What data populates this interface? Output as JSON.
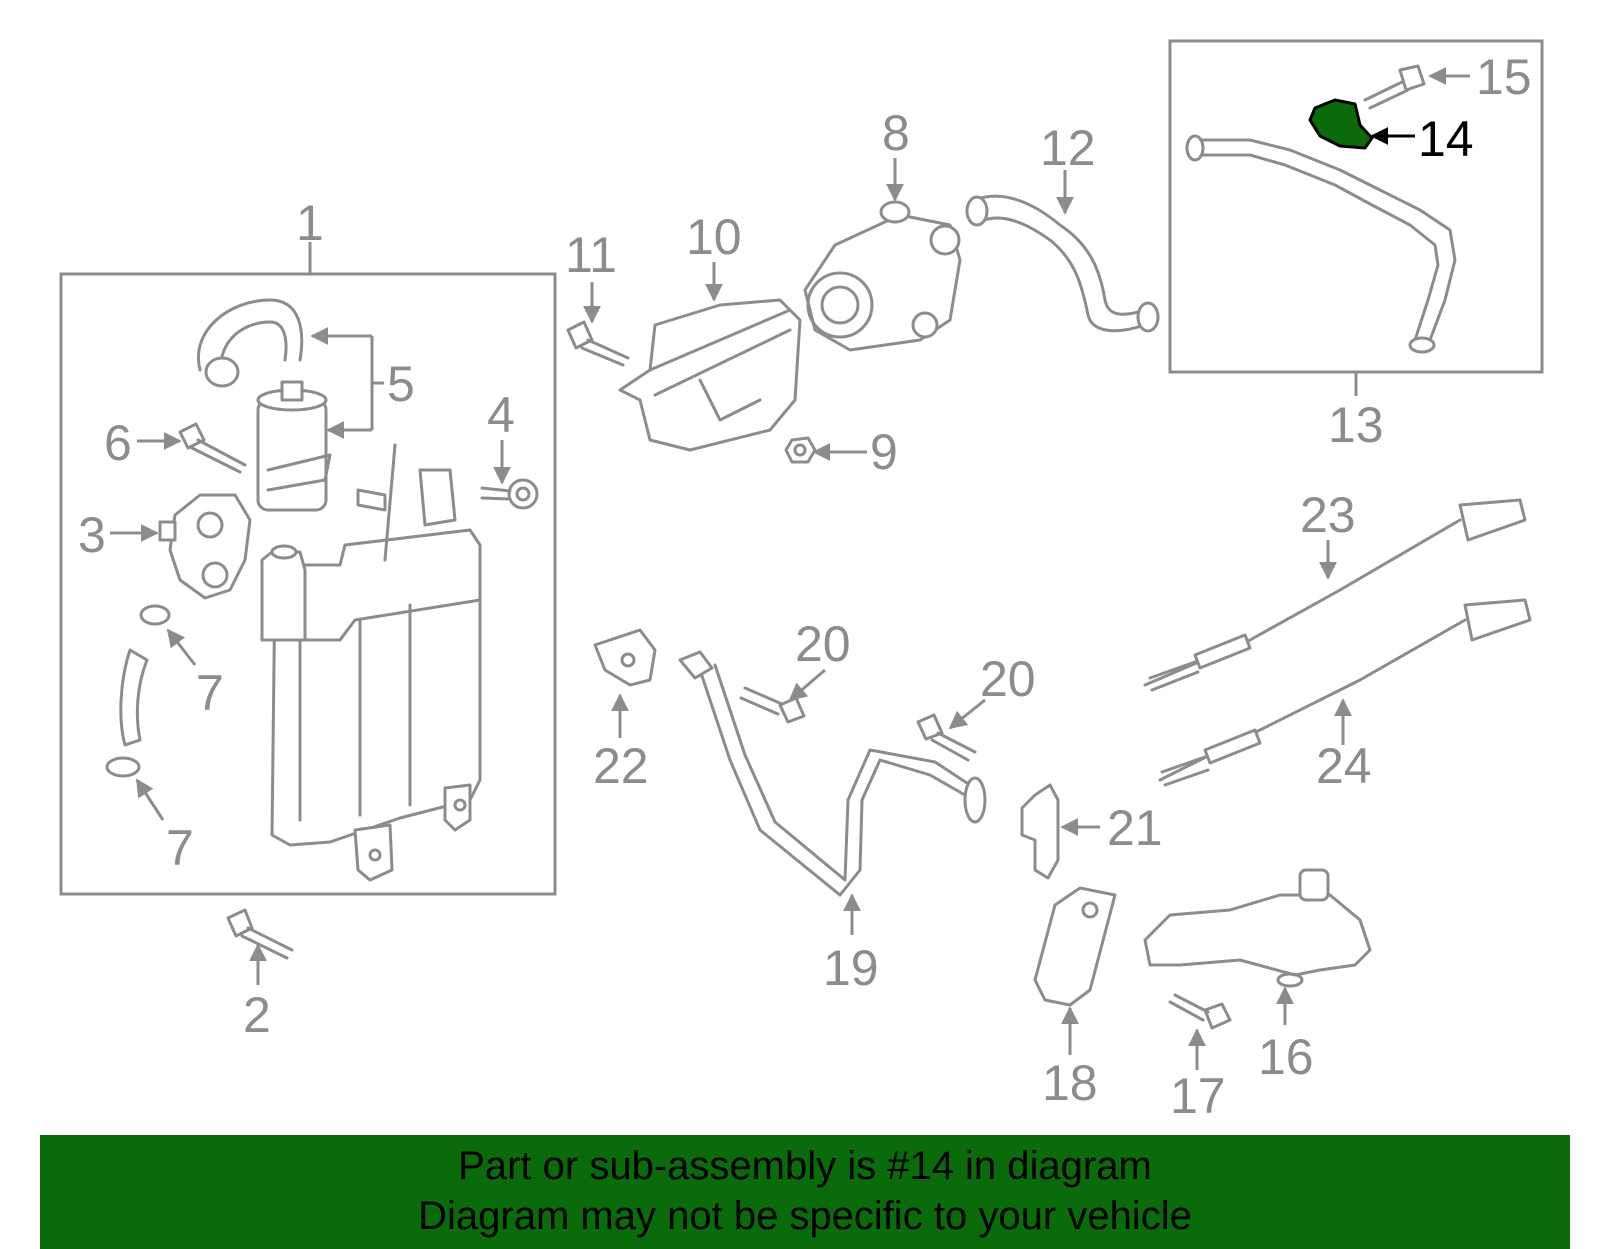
{
  "callouts": {
    "c1": "1",
    "c2": "2",
    "c3": "3",
    "c4": "4",
    "c5": "5",
    "c6": "6",
    "c7a": "7",
    "c7b": "7",
    "c8": "8",
    "c9": "9",
    "c10": "10",
    "c11": "11",
    "c12": "12",
    "c13": "13",
    "c14": "14",
    "c15": "15",
    "c16": "16",
    "c17": "17",
    "c18": "18",
    "c19": "19",
    "c20a": "20",
    "c20b": "20",
    "c21": "21",
    "c22": "22",
    "c23": "23",
    "c24": "24"
  },
  "banner": {
    "line1": "Part or sub-assembly is #14 in diagram",
    "line2": "Diagram may not be specific to your vehicle"
  },
  "colors": {
    "highlight": "#0a6b0a",
    "linework": "#8c8c8c"
  }
}
